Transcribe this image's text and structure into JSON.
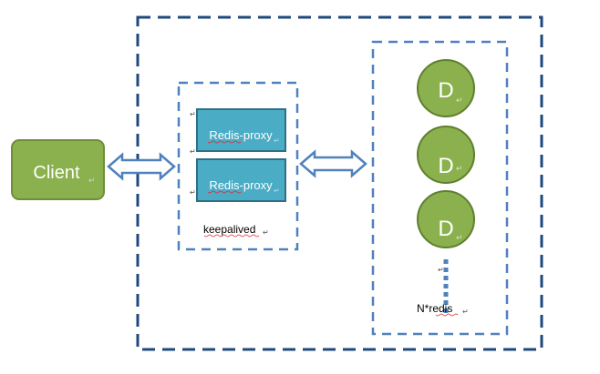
{
  "client": {
    "label": "Client"
  },
  "proxies": [
    {
      "label": "Redis-proxy"
    },
    {
      "label": "Redis-proxy"
    }
  ],
  "proxy_group": {
    "label": "keepalived"
  },
  "redis_nodes": [
    {
      "label": "D"
    },
    {
      "label": "D"
    },
    {
      "label": "D"
    }
  ],
  "redis_group": {
    "label": "N*redis"
  },
  "colors": {
    "client_fill": "#8ab14d",
    "client_stroke": "#6d8f3a",
    "proxy_fill": "#4bacc6",
    "proxy_stroke": "#2f6f85",
    "node_fill": "#8ab14d",
    "node_stroke": "#5f7f2e",
    "dash": "#1f497d",
    "inner_dash": "#4f81bd",
    "arrow_stroke": "#4f81bd",
    "squiggle": "#e0292d"
  }
}
